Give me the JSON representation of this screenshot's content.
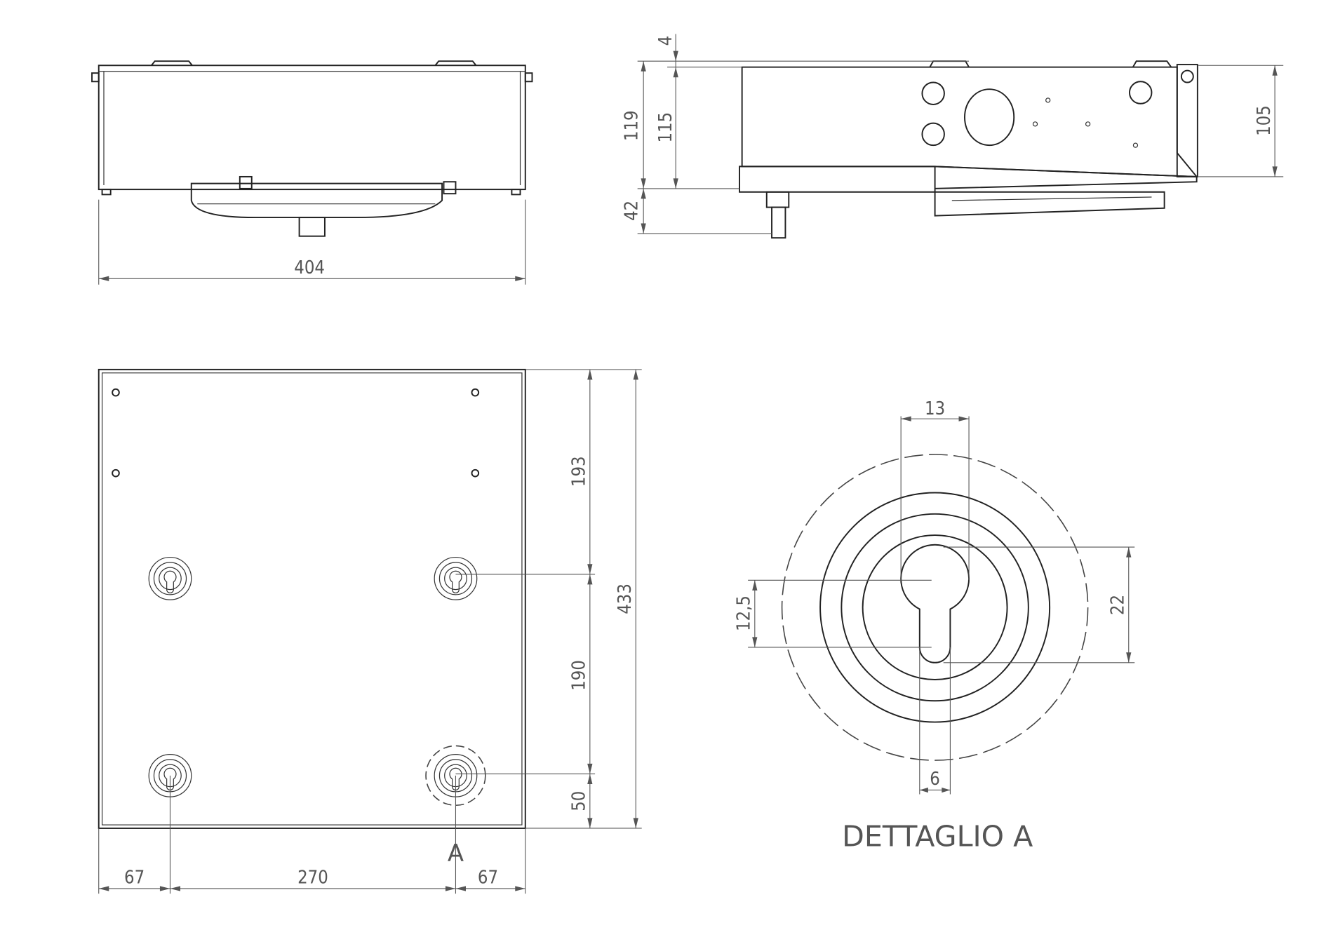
{
  "front_view": {
    "width_label": "404"
  },
  "side_view": {
    "labels": {
      "top_gap": "4",
      "total_height": "119",
      "body_height": "115",
      "fan_height": "42",
      "right_height": "105"
    }
  },
  "bottom_view": {
    "labels": {
      "upper": "193",
      "middle": "190",
      "lower": "50",
      "total": "433",
      "left": "67",
      "center": "270",
      "right": "67",
      "detail_marker": "A"
    }
  },
  "detail": {
    "title": "DETTAGLIO A",
    "labels": {
      "head_width": "13",
      "slot_offset": "12,5",
      "height": "22",
      "slot_width": "6"
    }
  },
  "colors": {
    "line": "#222222",
    "dimension": "#555555"
  }
}
